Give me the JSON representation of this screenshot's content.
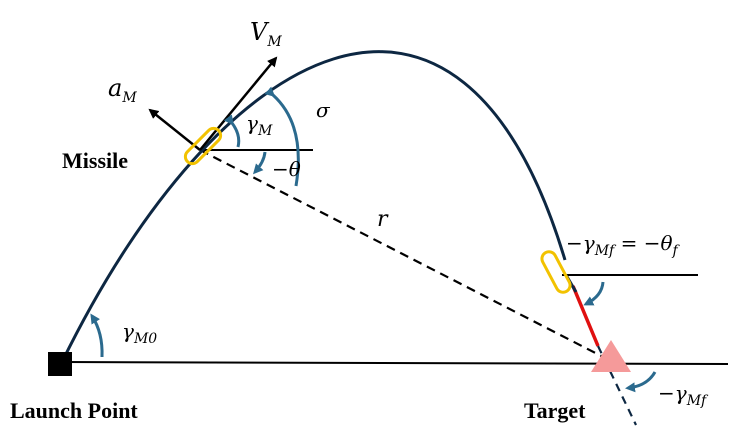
{
  "labels": {
    "launch_point": "Launch Point",
    "target": "Target",
    "missile": "Missile",
    "range": "r",
    "sigma": "σ",
    "neg_theta": "−θ",
    "velocity": {
      "main": "V",
      "sub": "M"
    },
    "acceleration": {
      "main": "a",
      "sub": "M"
    },
    "gamma_m": {
      "main": "γ",
      "sub": "M"
    },
    "gamma_m0": {
      "main": "γ",
      "sub": "M0"
    },
    "final_relation": {
      "lhs_main": "−γ",
      "lhs_sub": "Mf",
      "mid": " = −θ",
      "rhs_sub": "f"
    },
    "neg_gamma_mf": {
      "main": "−γ",
      "sub": "Mf"
    }
  },
  "colors": {
    "trajectory": "#0d2742",
    "angle_arc": "#2b6a8e",
    "missile_body": "#f2c200",
    "terminal_segment": "#e01010",
    "target_marker": "#f59a9a",
    "launch_marker": "#000000",
    "lines": "#000000"
  }
}
